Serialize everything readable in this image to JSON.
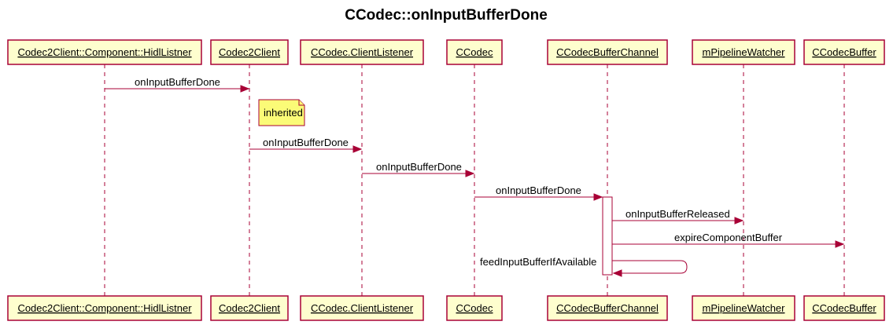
{
  "title": "CCodec::onInputBufferDone",
  "participants": [
    "Codec2Client::Component::HidlListner",
    "Codec2Client",
    "CCodec.ClientListener",
    "CCodec",
    "CCodecBufferChannel",
    "mPipelineWatcher",
    "CCodecBuffer"
  ],
  "messages": [
    {
      "from": 0,
      "to": 1,
      "label": "onInputBufferDone"
    },
    {
      "from": 1,
      "to": 2,
      "label": "onInputBufferDone"
    },
    {
      "from": 2,
      "to": 3,
      "label": "onInputBufferDone"
    },
    {
      "from": 3,
      "to": 4,
      "label": "onInputBufferDone"
    },
    {
      "from": 4,
      "to": 5,
      "label": "onInputBufferReleased"
    },
    {
      "from": 4,
      "to": 6,
      "label": "expireComponentBuffer"
    },
    {
      "from": 4,
      "to": 4,
      "label": "feedInputBufferIfAvailable"
    }
  ],
  "note": {
    "text": "inherited",
    "participant": 1
  },
  "colors": {
    "border": "#A80036",
    "participant_fill": "#FEFECE",
    "note_fill": "#FBFB77"
  }
}
